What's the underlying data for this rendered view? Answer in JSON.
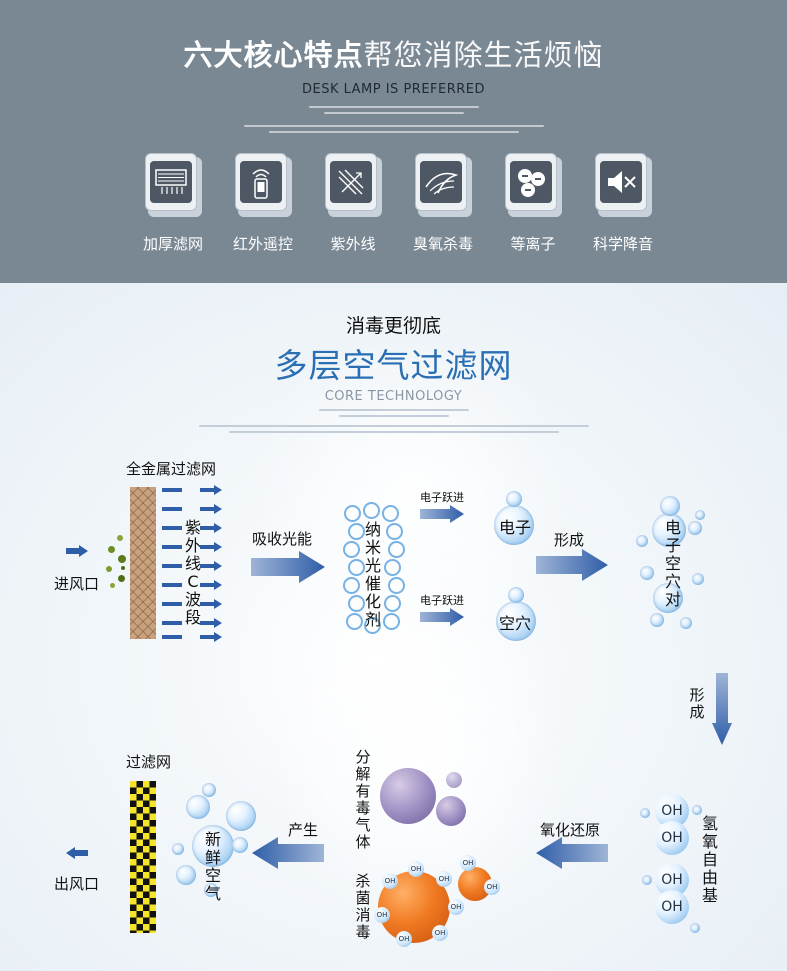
{
  "header": {
    "title_bold": "六大核心特点",
    "title_light": "帮您消除生活烦恼",
    "subtitle": "DESK LAMP IS PREFERRED",
    "features": [
      {
        "label": "加厚滤网",
        "icon": "filter-icon"
      },
      {
        "label": "红外遥控",
        "icon": "remote-icon"
      },
      {
        "label": "紫外线",
        "icon": "uv-icon"
      },
      {
        "label": "臭氧杀毒",
        "icon": "ozone-icon"
      },
      {
        "label": "等离子",
        "icon": "plasma-icon"
      },
      {
        "label": "科学降音",
        "icon": "mute-icon"
      }
    ]
  },
  "section": {
    "kicker": "消毒更彻底",
    "title": "多层空气过滤网",
    "subtitle": "CORE TECHNOLOGY"
  },
  "diagram": {
    "metal_filter": "全金属过滤网",
    "uv_band": "紫外线C波段",
    "air_inlet": "进风口",
    "absorb_light": "吸收光能",
    "nano_catalyst": "纳米光催化剂",
    "electron_jump_1": "电子跃进",
    "electron_jump_2": "电子跃进",
    "electron": "电子",
    "hole": "空穴",
    "form_1": "形成",
    "electron_hole_pair": "电子空穴对",
    "form_2": "形成",
    "hydroxyl_radical": "氢氧自由基",
    "oh": "OH",
    "redox": "氧化还原",
    "decompose_toxic": "分解有毒气体",
    "sterilize": "杀菌消毒",
    "produce": "产生",
    "fresh_air": "新鲜空气",
    "filter_net": "过滤网",
    "air_outlet": "出风口"
  },
  "colors": {
    "banner_bg": "#7a8894",
    "title_blue": "#2a6fb3",
    "arrow_blue": "#2f5ea8",
    "orange": "#f07a22"
  }
}
